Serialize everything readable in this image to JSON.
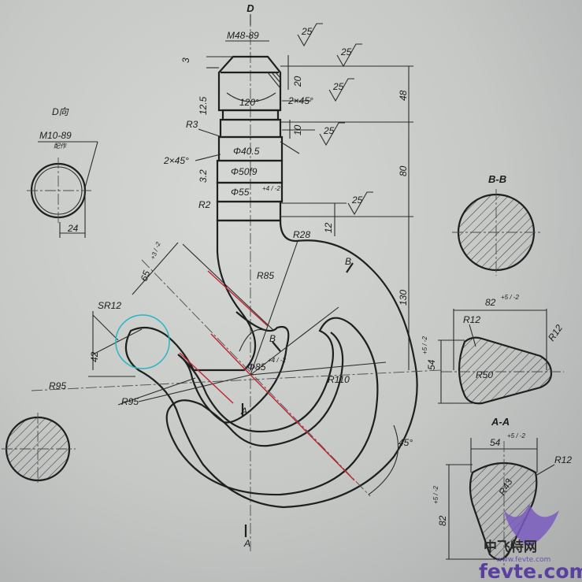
{
  "top_view": {
    "view_label": "D",
    "thread": "M48-89",
    "chamfer_top": "3",
    "dim_20": "20",
    "angle": "120°",
    "chamfer": "2×45°",
    "dim_12_5": "12.5",
    "radius_r3": "R3",
    "dim_10": "10",
    "dia_40_5": "Φ40.5",
    "chamfer2": "2×45°",
    "dia_50f9": "Φ50f9",
    "dim_3_2": "3.2",
    "dia_55": "Φ55",
    "dia_55_tol": "+4 / -2",
    "radius_r2": "R2",
    "dim_48": "48",
    "dim_80": "80",
    "dim_12": "12",
    "dim_130": "130",
    "roughness": [
      "25",
      "25",
      "25",
      "25",
      "25"
    ]
  },
  "detail_d": {
    "title": "D向",
    "thread": "M10-89",
    "note": "配作",
    "dim": "24"
  },
  "hook": {
    "r28": "R28",
    "r85": "R85",
    "b_mark": "B",
    "b_mark2": "B",
    "dia_85": "Φ85",
    "dia_85_tol": "+4 / -2",
    "r110": "R110",
    "r95_left": "R95",
    "r95_lower": "R95",
    "sr12": "SR12",
    "dim_42": "42",
    "dim_65": "65",
    "dim_65_tol": "+3 / -2",
    "a_mark_top": "A",
    "a_mark_bottom": "A",
    "angle_45": "45°"
  },
  "section_bb": {
    "title": "B-B"
  },
  "section_mid": {
    "dim_82": "82",
    "dim_82_tol": "+5 / -2",
    "dim_54": "54",
    "dim_54_tol": "+5 / -2",
    "r12_left": "R12",
    "r12_right": "R12",
    "r50": "R50"
  },
  "section_aa": {
    "title": "A-A",
    "dim_54": "54",
    "dim_54_tol": "+5 / -2",
    "dim_82": "82",
    "dim_82_tol": "+5 / -2",
    "r12": "R12",
    "r43": "R43"
  },
  "watermark": {
    "cn": "中飞特网",
    "url": "fevte.com",
    "url_small": "www.fevte.com"
  },
  "colors": {
    "paper": "#c9cbc9",
    "ink": "#1e1f1f",
    "red_line": "#c4232a",
    "cyan_circle": "#27b7c4"
  }
}
